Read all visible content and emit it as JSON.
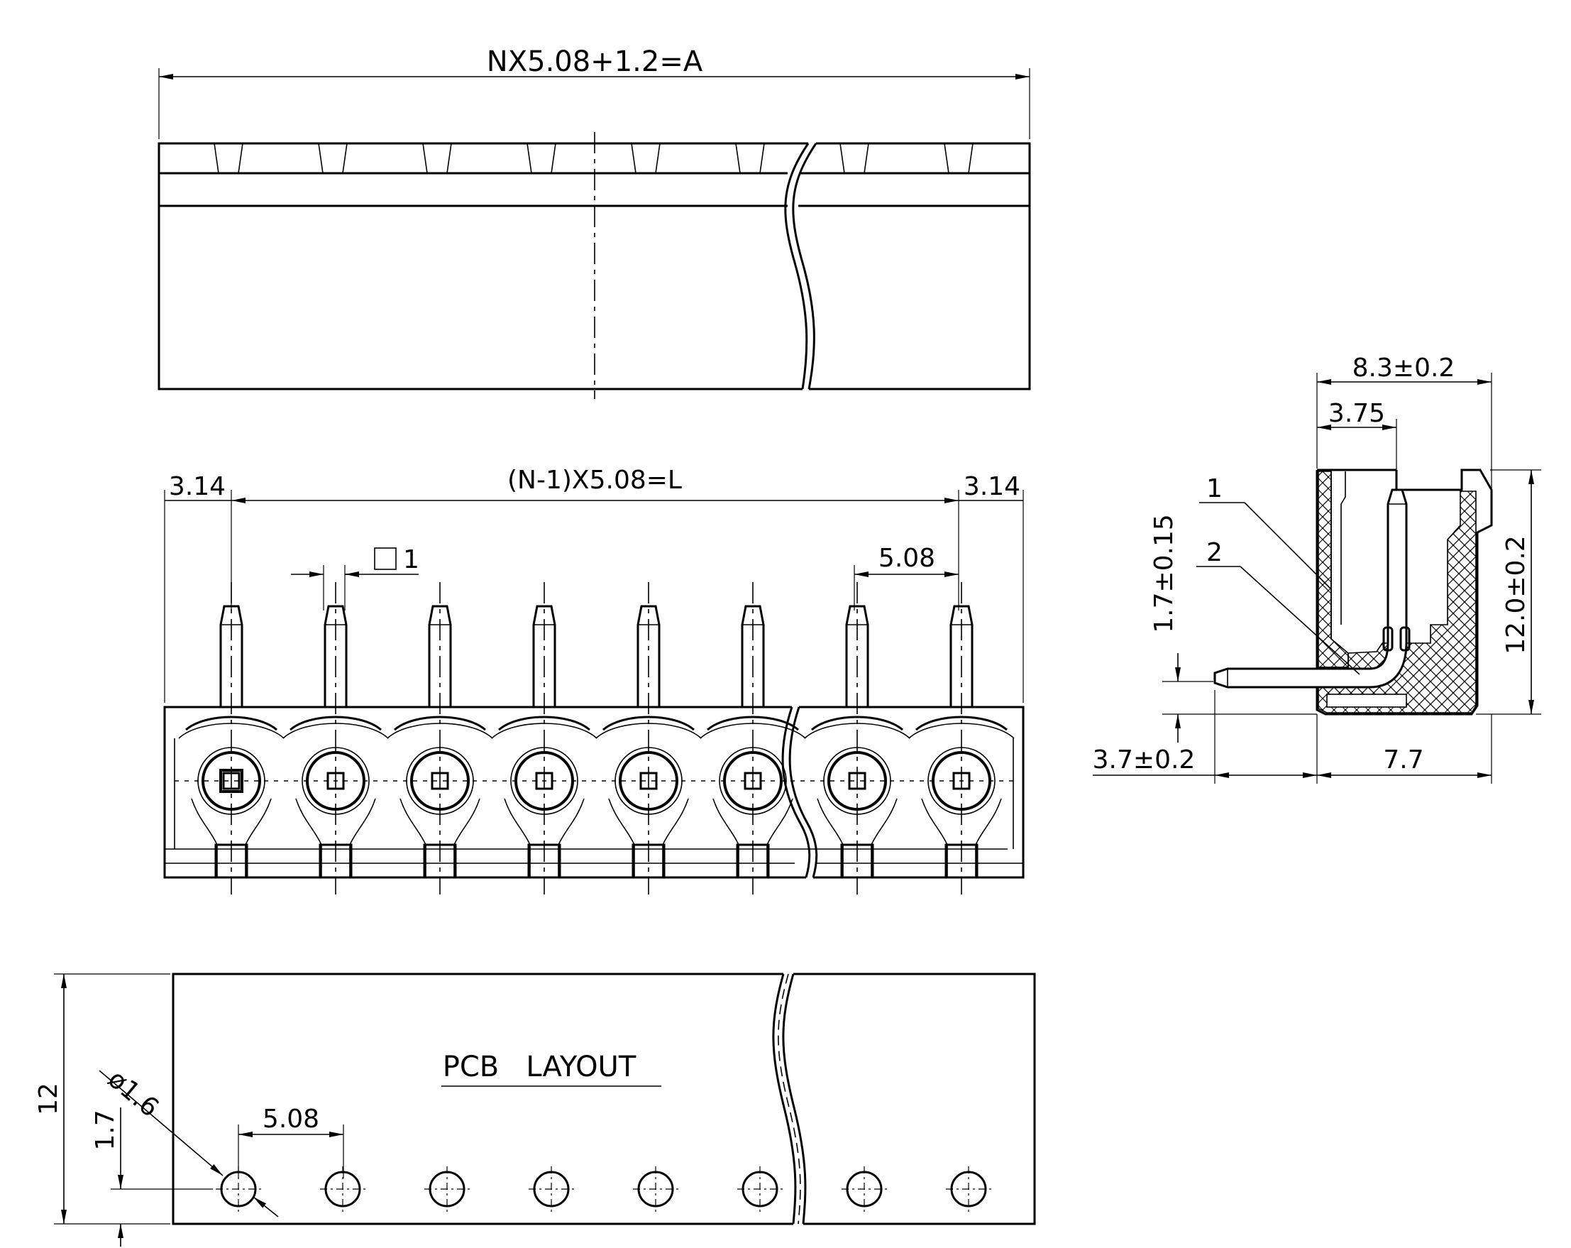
{
  "top_view": {
    "dim_total": "NX5.08+1.2=A"
  },
  "front_view": {
    "dim_left_margin": "3.14",
    "dim_pitch_total": "(N-1)X5.08=L",
    "dim_right_margin": "3.14",
    "dim_pin_square": "1",
    "dim_pitch": "5.08"
  },
  "side_view": {
    "dim_width": "8.3±0.2",
    "dim_pin_offset": "3.75",
    "dim_height": "12.0±0.2",
    "dim_pin_height": "1.7±0.15",
    "dim_pin_extension": "3.7±0.2",
    "dim_depth": "7.7",
    "callout_1": "1",
    "callout_2": "2"
  },
  "pcb_layout": {
    "title": "PCB   LAYOUT",
    "dim_height": "12",
    "dim_hole_offset": "1.7",
    "dim_hole_diameter": "ø1.6",
    "dim_pitch": "5.08"
  }
}
